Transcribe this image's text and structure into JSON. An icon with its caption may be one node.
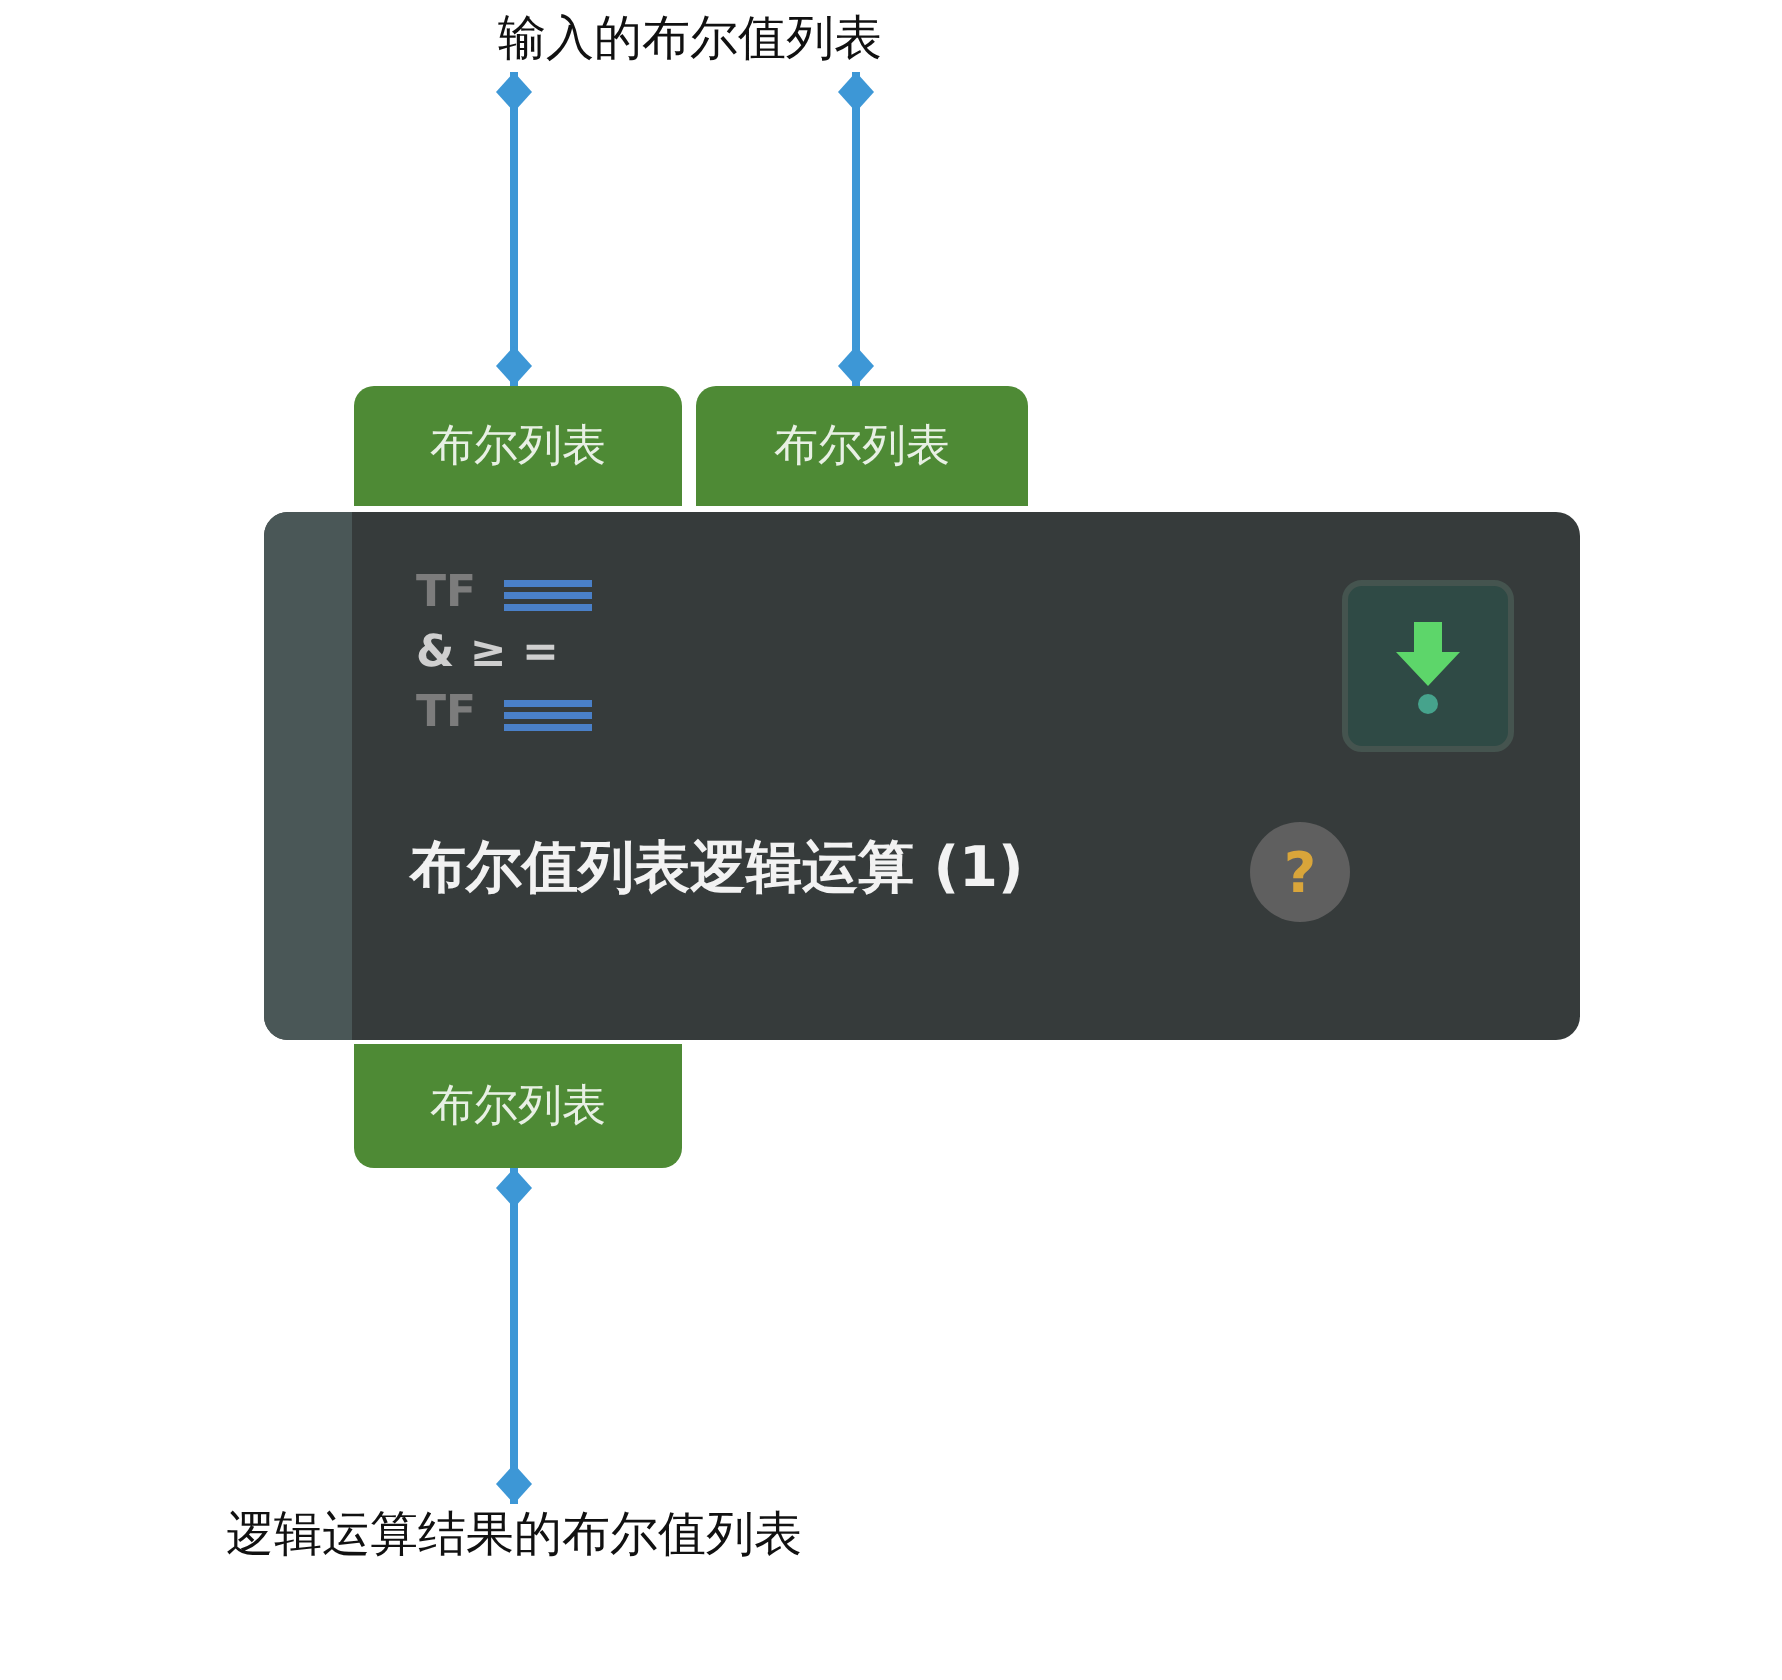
{
  "diagram": {
    "nodes": [
      {
        "text": [
          "输入的布尔值列表"
        ]
      },
      {
        "text": [
          "布尔值列表逻辑运算 (1)"
        ]
      },
      {
        "text": [
          "布尔列表"
        ]
      },
      {
        "text": [
          "布尔列表"
        ]
      },
      {
        "text": [
          "布尔列表"
        ]
      },
      {
        "text": [
          "逻辑运算结果的布尔值列表"
        ]
      }
    ],
    "edges": [
      {
        "from": 0,
        "to": 2,
        "arrow": "other"
      },
      {
        "from": 0,
        "to": 3,
        "arrow": "other"
      },
      {
        "from": 5,
        "to": 4,
        "arrow": "other"
      }
    ],
    "labels": [
      "TF",
      "& ≥ =",
      "TF",
      "?"
    ]
  }
}
